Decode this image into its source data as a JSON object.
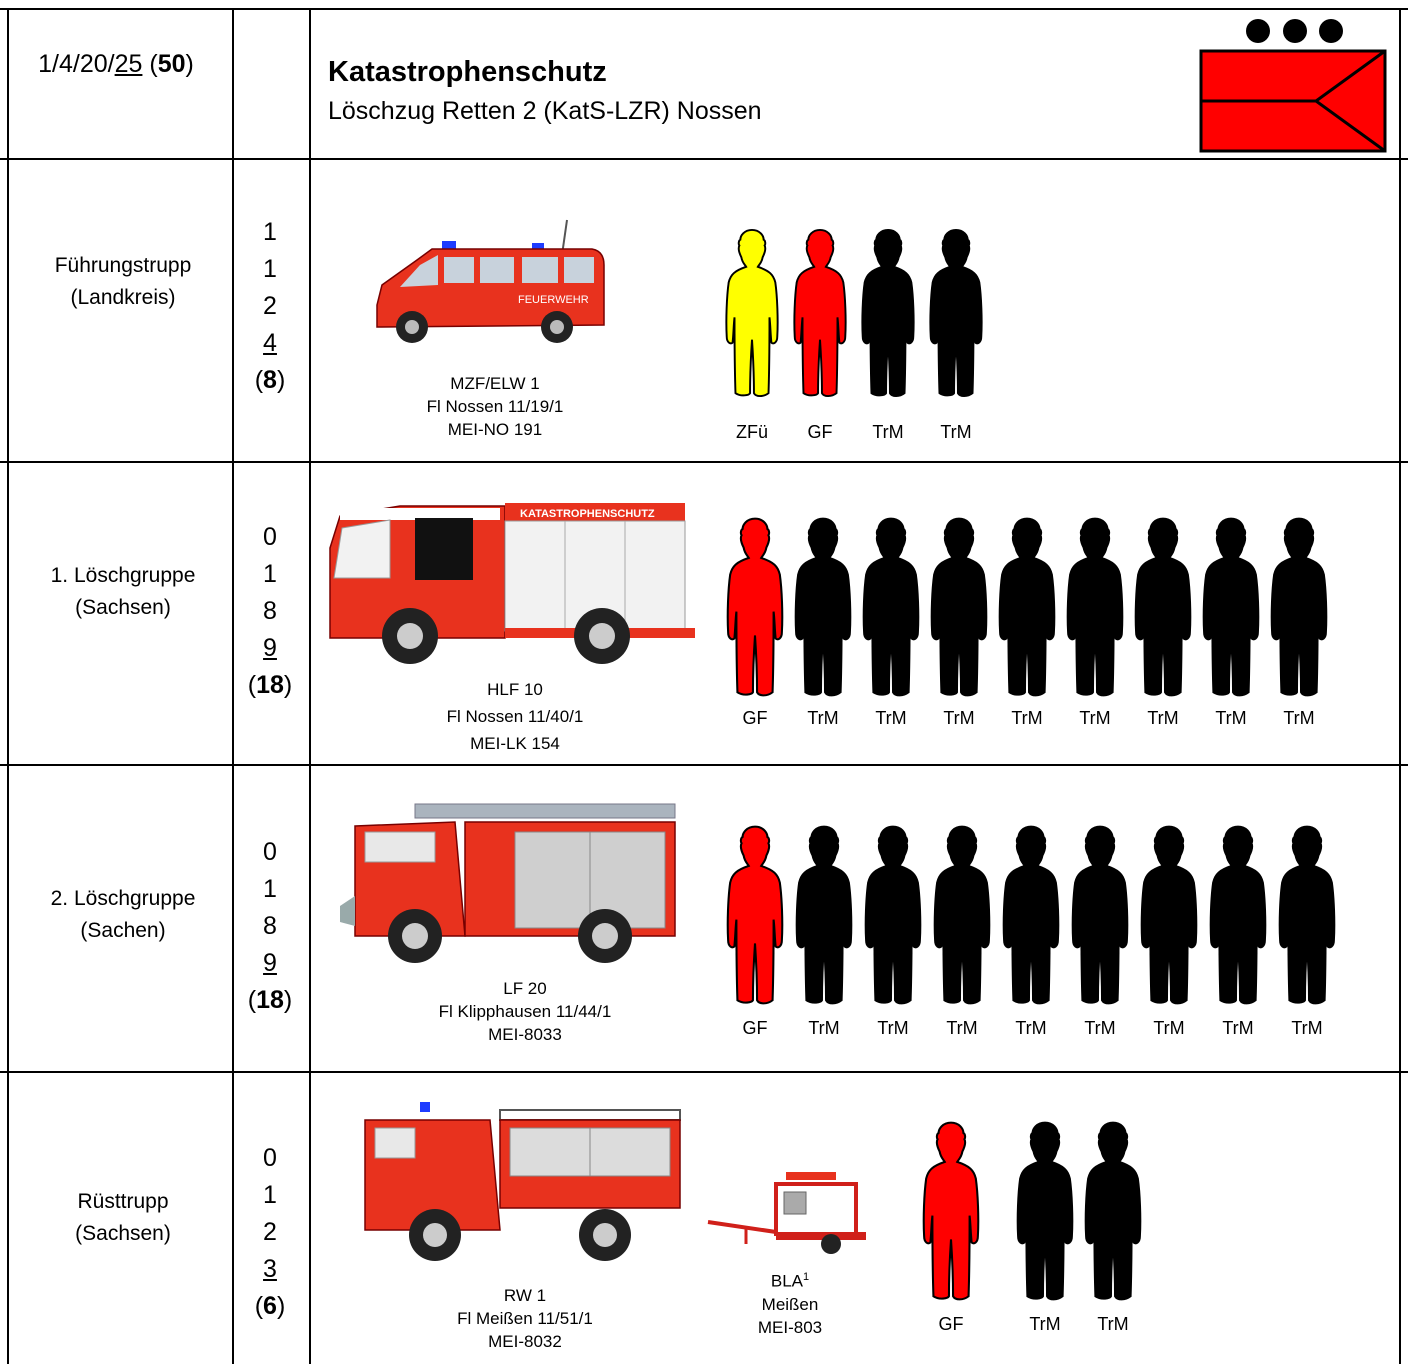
{
  "header": {
    "strength_prefix": "1/4/20/",
    "strength_underlined": "25",
    "strength_open": " (",
    "strength_total": "50",
    "strength_close": ")",
    "title": "Katastrophenschutz",
    "subtitle": "Löschzug Retten 2 (KatS-LZR) Nossen"
  },
  "colors": {
    "red": "#ff0000",
    "yellow": "#ffff00",
    "black": "#000000",
    "vehicle_red": "#e8321e"
  },
  "units": [
    {
      "label_1": "Führungstrupp",
      "label_2": "(Landkreis)",
      "n1": "1",
      "n2": "1",
      "n3": "2",
      "n4": "4",
      "total": "8",
      "vehicle": {
        "name": "MZF/ELW 1",
        "radio": "Fl Nossen 11/19/1",
        "plate": "MEI-NO 191",
        "text_on_vehicle": "FEUERWEHR",
        "icon": "van-icon"
      },
      "crew": [
        {
          "role": "ZFü",
          "color": "yellow"
        },
        {
          "role": "GF",
          "color": "red"
        },
        {
          "role": "TrM",
          "color": "black"
        },
        {
          "role": "TrM",
          "color": "black"
        }
      ]
    },
    {
      "label_1": "1. Löschgruppe",
      "label_2": "(Sachsen)",
      "n1": "0",
      "n2": "1",
      "n3": "8",
      "n4": "9",
      "total": "18",
      "vehicle": {
        "name": "HLF 10",
        "radio": "Fl Nossen 11/40/1",
        "plate": "MEI-LK 154",
        "text_on_vehicle": "KATASTROPHENSCHUTZ",
        "icon": "fire-truck-icon"
      },
      "crew": [
        {
          "role": "GF",
          "color": "red"
        },
        {
          "role": "TrM",
          "color": "black"
        },
        {
          "role": "TrM",
          "color": "black"
        },
        {
          "role": "TrM",
          "color": "black"
        },
        {
          "role": "TrM",
          "color": "black"
        },
        {
          "role": "TrM",
          "color": "black"
        },
        {
          "role": "TrM",
          "color": "black"
        },
        {
          "role": "TrM",
          "color": "black"
        },
        {
          "role": "TrM",
          "color": "black"
        }
      ]
    },
    {
      "label_1": "2. Löschgruppe",
      "label_2": "(Sachen)",
      "n1": "0",
      "n2": "1",
      "n3": "8",
      "n4": "9",
      "total": "18",
      "vehicle": {
        "name": "LF 20",
        "radio": "Fl Klipphausen 11/44/1",
        "plate": "MEI-8033",
        "icon": "fire-truck-icon"
      },
      "crew": [
        {
          "role": "GF",
          "color": "red"
        },
        {
          "role": "TrM",
          "color": "black"
        },
        {
          "role": "TrM",
          "color": "black"
        },
        {
          "role": "TrM",
          "color": "black"
        },
        {
          "role": "TrM",
          "color": "black"
        },
        {
          "role": "TrM",
          "color": "black"
        },
        {
          "role": "TrM",
          "color": "black"
        },
        {
          "role": "TrM",
          "color": "black"
        },
        {
          "role": "TrM",
          "color": "black"
        }
      ]
    },
    {
      "label_1": "Rüsttrupp",
      "label_2": "(Sachsen)",
      "n1": "0",
      "n2": "1",
      "n3": "2",
      "n4": "3",
      "total": "6",
      "vehicle": {
        "name": "RW 1",
        "radio": "Fl Meißen 11/51/1",
        "plate": "MEI-8032",
        "icon": "rescue-truck-icon"
      },
      "trailer": {
        "name": "BLA",
        "footnote": "1",
        "place": "Meißen",
        "plate": "MEI-803",
        "icon": "trailer-icon"
      },
      "crew": [
        {
          "role": "GF",
          "color": "red"
        },
        {
          "role": "TrM",
          "color": "black"
        },
        {
          "role": "TrM",
          "color": "black"
        }
      ]
    }
  ]
}
